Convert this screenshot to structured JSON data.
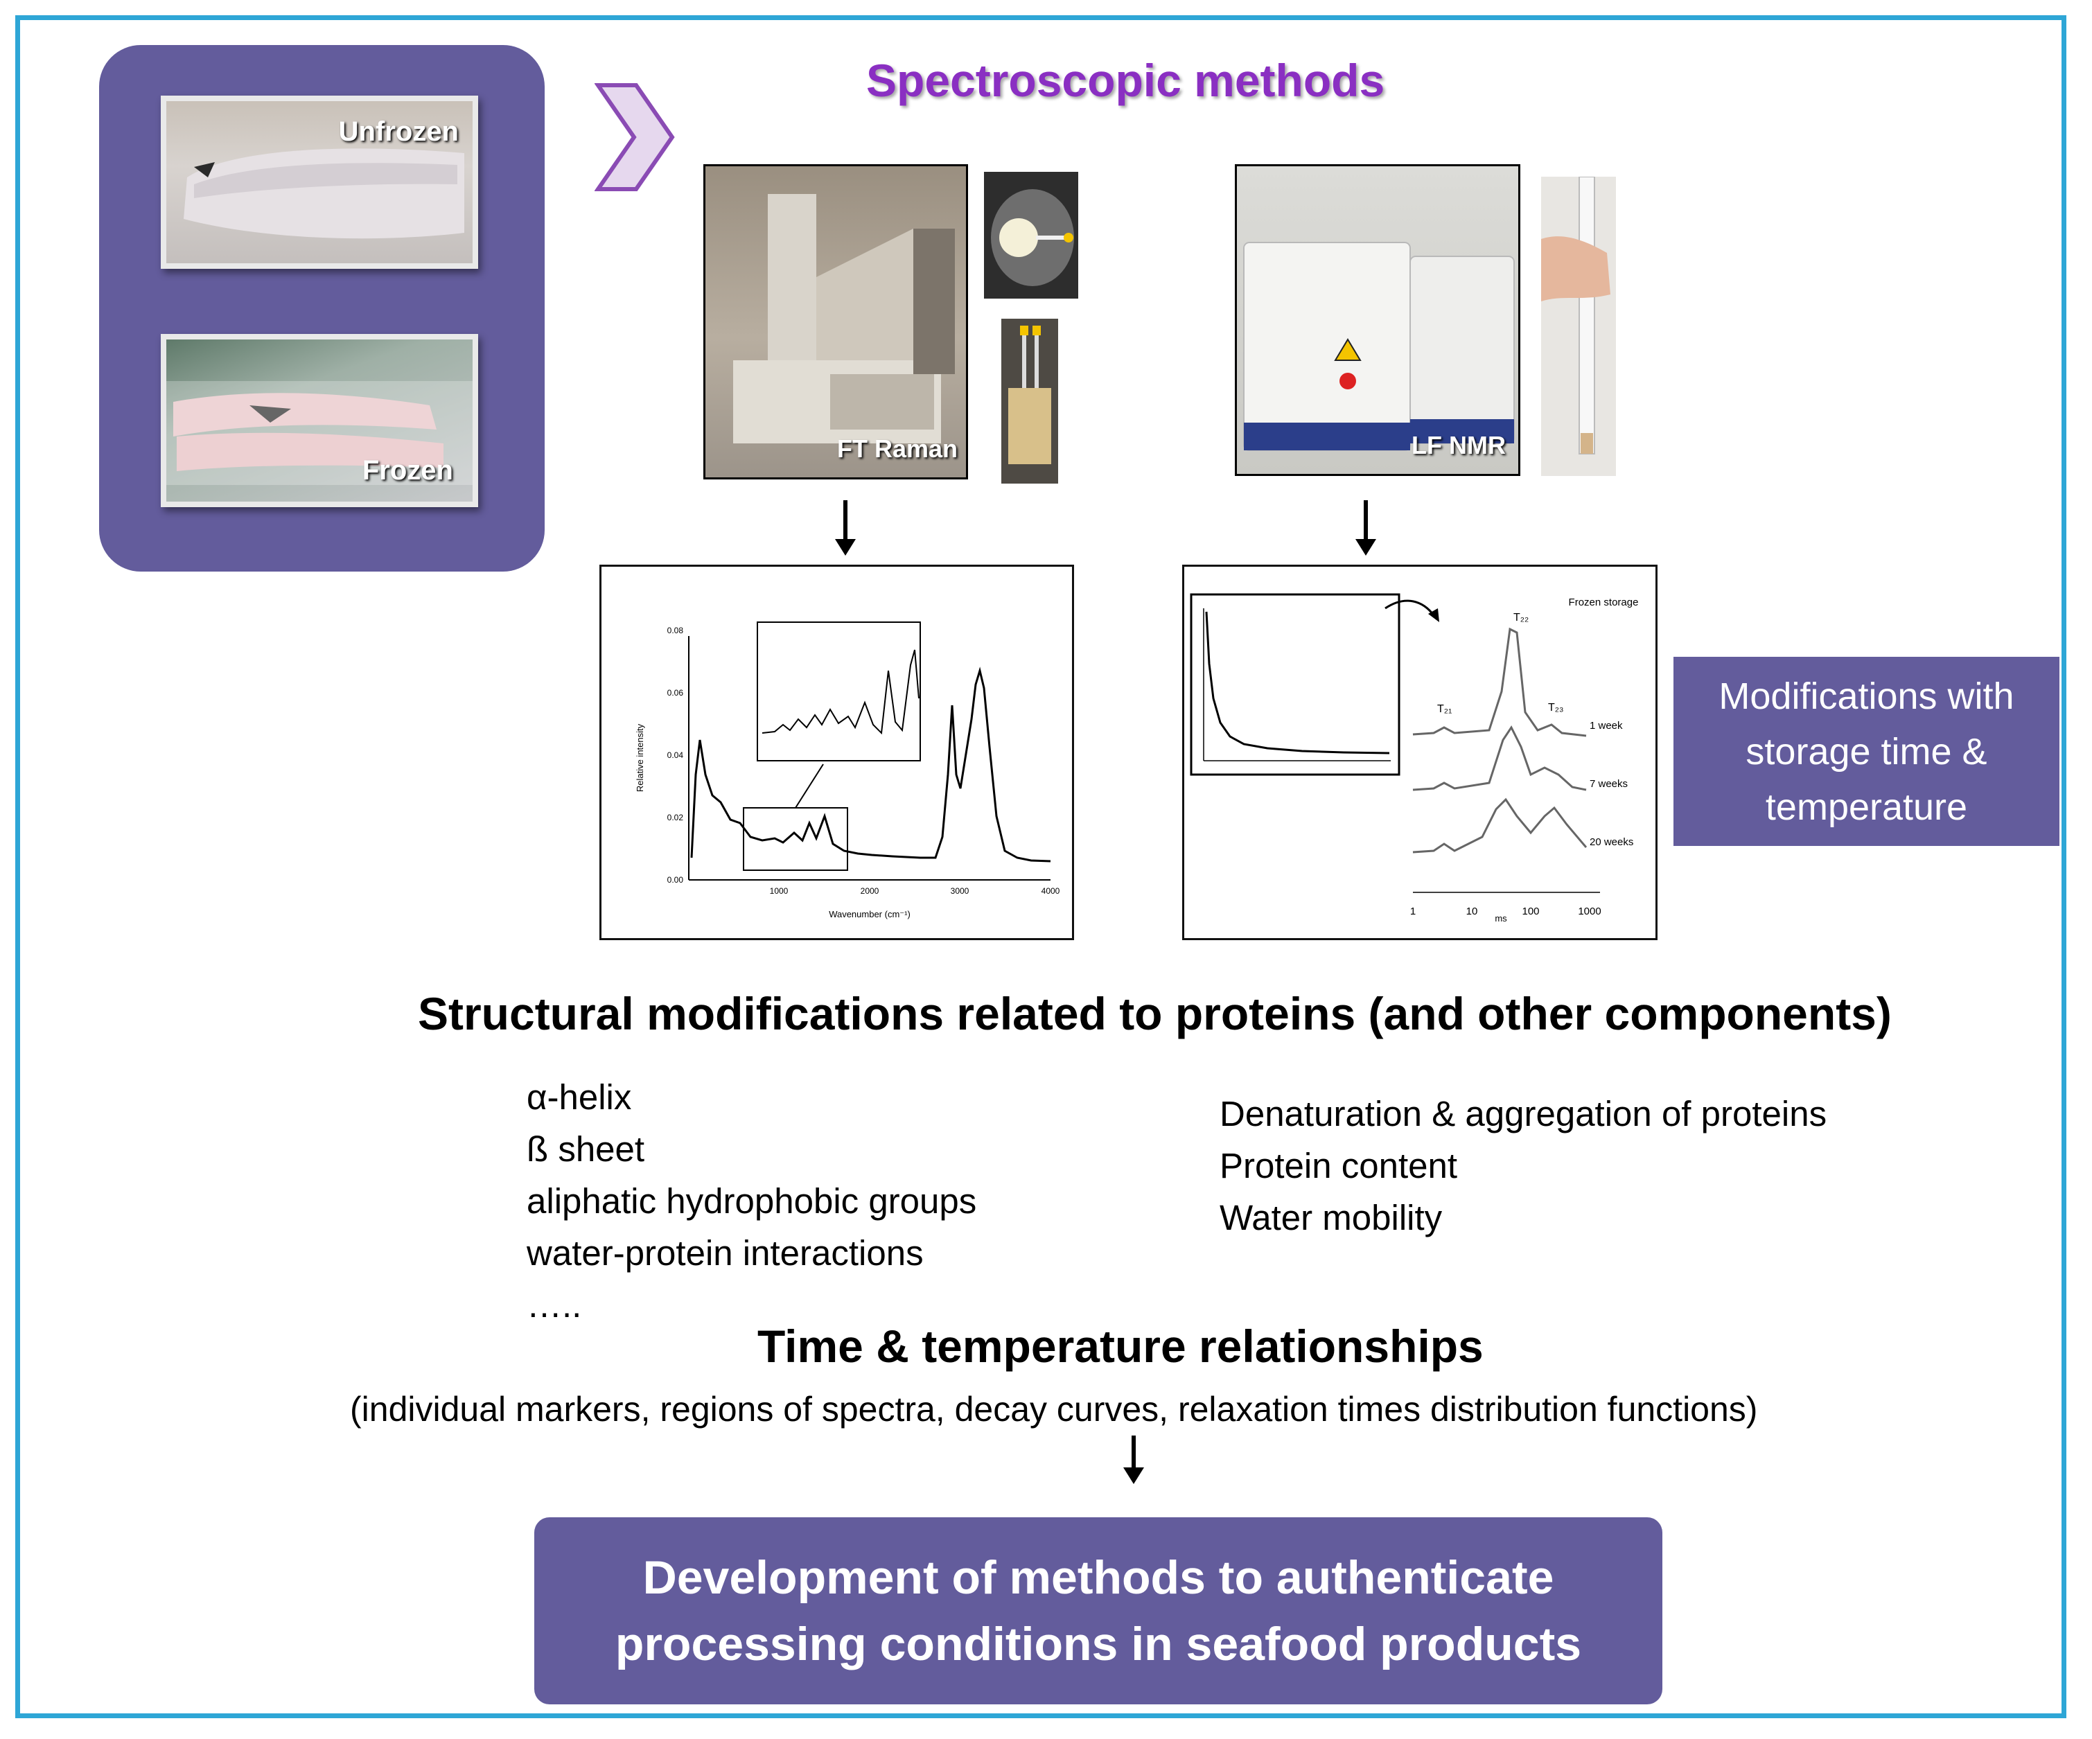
{
  "samples": {
    "unfrozen_label": "Unfrozen",
    "frozen_label": "Frozen"
  },
  "spectroscopic_title": "Spectroscopic methods",
  "instruments": {
    "raman_label": "FT Raman",
    "nmr_label": "LF NMR"
  },
  "raman_plot": {
    "ylabel": "Relative intensity",
    "xlabel": "Wavenumber (cm⁻¹)",
    "yticks": [
      "0.00",
      "0.02",
      "0.04",
      "0.06",
      "0.08"
    ],
    "xticks": [
      "1000",
      "2000",
      "3000",
      "4000"
    ]
  },
  "nmr_plot": {
    "legend_title": "Frozen storage",
    "peaks": [
      "T₂₁",
      "T₂₂",
      "T₂₃"
    ],
    "series": [
      "1 week",
      "7 weeks",
      "20 weeks"
    ],
    "xticks": [
      "1",
      "10",
      "100",
      "1000"
    ],
    "xunit": "ms"
  },
  "side_note": "Modifications with storage time & temperature",
  "structural_heading": "Structural modifications related to proteins (and other components)",
  "left_list": [
    "α-helix",
    "ß sheet",
    "aliphatic hydrophobic groups",
    "water-protein interactions",
    "….."
  ],
  "right_list": [
    "Denaturation & aggregation of proteins",
    "Protein content",
    "Water mobility"
  ],
  "time_heading": "Time & temperature relationships",
  "time_sub": "(individual markers, regions of spectra, decay curves, relaxation times distribution functions)",
  "conclusion": "Development of methods to authenticate processing conditions in seafood products",
  "colors": {
    "frame": "#2ea6d6",
    "box_purple": "#635c9c",
    "title_purple": "#8a2fc2"
  }
}
